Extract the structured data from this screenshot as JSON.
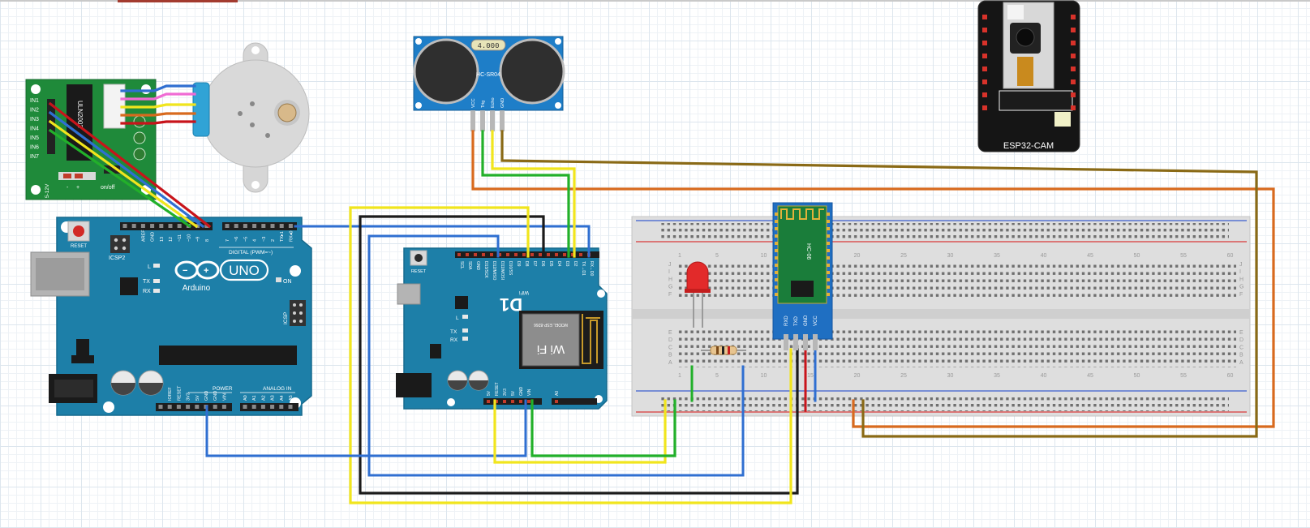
{
  "colors": {
    "wire_red": "#c8141b",
    "wire_blue": "#2f6fd1",
    "wire_green": "#22b02a",
    "wire_yellow": "#f1e51d",
    "wire_black": "#1b1b1b",
    "wire_orange": "#d86a1e",
    "wire_brown": "#8a6a16",
    "wire_pink": "#f06bd4",
    "arduino_teal": "#1d7fa8",
    "driver_green": "#1f8a3a",
    "sensor_blue": "#1e7ec8"
  },
  "driver": {
    "pins": [
      "IN1",
      "IN2",
      "IN3",
      "IN4",
      "IN5",
      "IN6",
      "IN7"
    ],
    "chip": "ULN2003",
    "voltage": "5-12V",
    "signs": [
      "-",
      "+"
    ],
    "switch": "on/off"
  },
  "sensor": {
    "display": "4.000",
    "model": "HC-SR04",
    "pins": [
      "VCC",
      "Trig",
      "Echo",
      "GND"
    ]
  },
  "camera": {
    "label": "ESP32-CAM"
  },
  "arduino": {
    "logo": "UNO",
    "brand": "Arduino",
    "reset": "RESET",
    "icsp2": "ICSP2",
    "icsp": "ICSP",
    "on": "ON",
    "led_l": "L",
    "tx": "TX",
    "rx": "RX",
    "digital": "DIGITAL (PWM=~)",
    "power": "POWER",
    "analog": "ANALOG IN",
    "top_pins": [
      "AREF",
      "GND",
      "13",
      "12",
      "~11",
      "~10",
      "~9",
      "8",
      "7",
      "~6",
      "~5",
      "4",
      "~3",
      "2",
      "TX▸1",
      "RX◂0"
    ],
    "bottom_pins": [
      "IOREF",
      "RESET",
      "3V3",
      "5V",
      "GND",
      "GND",
      "VIN",
      "A0",
      "A1",
      "A2",
      "A3",
      "A4",
      "A5"
    ]
  },
  "d1": {
    "reset": "RESET",
    "logo": "D1",
    "wifi": "WiFi",
    "module_model": "MODEL ESP-8266",
    "module_text": "Wi Fi",
    "led_l": "L",
    "tx": "TX",
    "rx": "RX",
    "top_pins": [
      "SCL",
      "SDA",
      "GND",
      "D13/SCK",
      "D12/MISO",
      "D11/MOSI",
      "D10/SS",
      "D9",
      "D8",
      "D7",
      "D6",
      "D5",
      "D4",
      "D3",
      "D2",
      "TX→D1",
      "RX←D0"
    ],
    "bottom_pins": [
      "5V",
      "RESET",
      "3V3",
      "5V",
      "GND",
      "VIN",
      "A0"
    ]
  },
  "breadboard": {
    "rows_top": [
      "J",
      "I",
      "H",
      "G",
      "F"
    ],
    "rows_bottom": [
      "E",
      "D",
      "C",
      "B",
      "A"
    ],
    "col_numbers": [
      "1",
      "5",
      "10",
      "15",
      "20",
      "25",
      "30",
      "35",
      "40",
      "45",
      "50",
      "55",
      "60"
    ]
  },
  "bt": {
    "model": "HC-06",
    "pins": [
      "RXD",
      "TXD",
      "GND",
      "VCC"
    ]
  }
}
